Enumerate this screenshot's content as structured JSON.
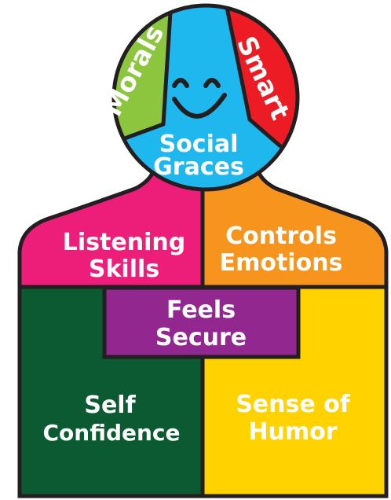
{
  "diagram": {
    "regions": {
      "morals": {
        "label": "Morals",
        "color": "#8cc63f"
      },
      "smart": {
        "label": "Smart",
        "color": "#ed1c24"
      },
      "social": {
        "line1": "Social",
        "line2": "Graces",
        "color": "#1fb8ee"
      },
      "listening": {
        "line1": "Listening",
        "line2": "Skills",
        "color": "#ec1e79"
      },
      "controls": {
        "line1": "Controls",
        "line2": "Emotions",
        "color": "#f7941d"
      },
      "secure": {
        "line1": "Feels",
        "line2": "Secure",
        "color": "#92278f"
      },
      "confidence": {
        "line1": "Self",
        "line2": "Confidence",
        "color": "#0c5a31"
      },
      "humor": {
        "line1": "Sense of",
        "line2": "Humor",
        "color": "#ffd200"
      }
    },
    "outline_color": "#231f20",
    "face_icon": "smiley-face-icon"
  }
}
